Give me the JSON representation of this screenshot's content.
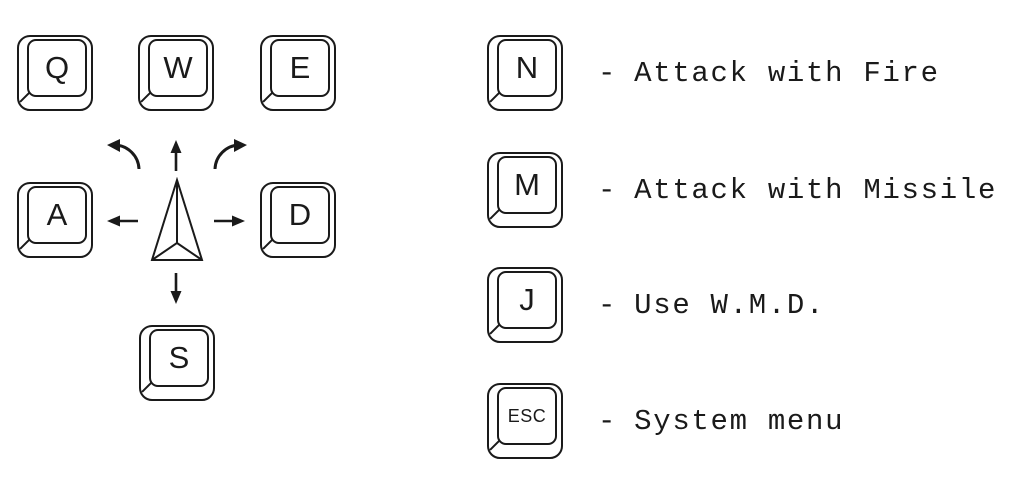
{
  "colors": {
    "background": "#ffffff",
    "ink": "#1a1a1a"
  },
  "movement_cluster": {
    "keys": [
      {
        "label": "Q"
      },
      {
        "label": "W"
      },
      {
        "label": "E"
      },
      {
        "label": "A"
      },
      {
        "label": "D"
      },
      {
        "label": "S"
      }
    ],
    "icons": [
      "rotate-ccw-arrow-icon",
      "up-arrow-icon",
      "rotate-cw-arrow-icon",
      "left-arrow-icon",
      "right-arrow-icon",
      "down-arrow-icon",
      "ship-triangle-icon"
    ]
  },
  "action_list": {
    "separator": "-",
    "rows": [
      {
        "key": "N",
        "description": "Attack with Fire"
      },
      {
        "key": "M",
        "description": "Attack with Missile"
      },
      {
        "key": "J",
        "description": "Use W.M.D."
      },
      {
        "key": "ESC",
        "description": "System menu"
      }
    ]
  }
}
